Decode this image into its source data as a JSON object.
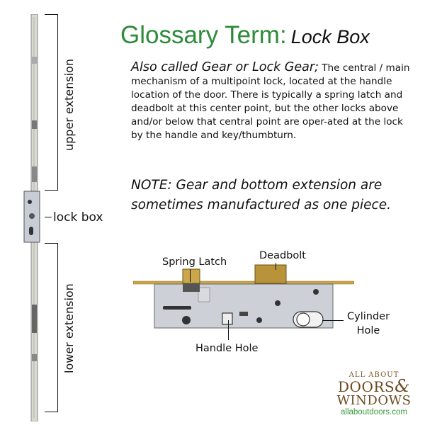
{
  "title": {
    "prefix": "Glossary Term:",
    "term": "Lock Box"
  },
  "description": {
    "lead": "Also called Gear or Lock Gear;",
    "body": " The central / main mechanism of a multipoint lock, located at the handle location of the door. There is typically a spring latch and deadbolt at this center point, but the other locks above and/or below that central point are oper-ated at the lock by the handle and key/thumbturn."
  },
  "note": "NOTE: Gear and bottom extension are sometimes manufactured as one piece.",
  "strip_labels": {
    "upper": "upper extension",
    "lockbox": "lock box",
    "lower": "lower extension"
  },
  "gear_labels": {
    "spring_latch": "Spring Latch",
    "deadbolt": "Deadbolt",
    "cylinder_hole": "Cylinder Hole",
    "handle_hole": "Handle Hole"
  },
  "logo": {
    "line1": "ALL ABOUT",
    "line2a": "DOORS",
    "amp": "&",
    "line2b": "WINDOWS",
    "url": "allaboutdoors.com"
  },
  "colors": {
    "title_green": "#2e8b3a",
    "logo_brown": "#6b4a1f",
    "logo_green": "#3a9a3a"
  }
}
